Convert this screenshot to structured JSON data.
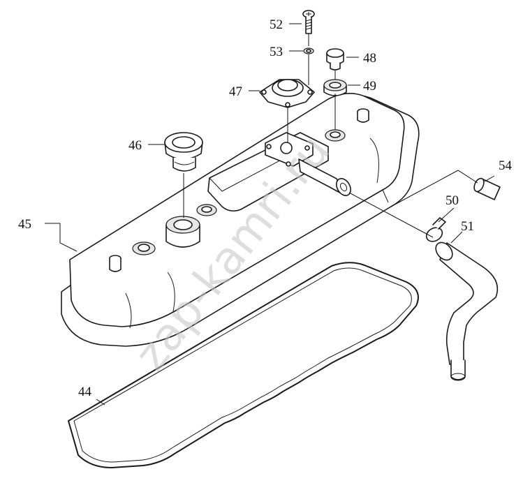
{
  "watermark": "zap-kamri.ru",
  "callouts": [
    {
      "id": "52",
      "label": "52"
    },
    {
      "id": "53",
      "label": "53"
    },
    {
      "id": "48",
      "label": "48"
    },
    {
      "id": "49",
      "label": "49"
    },
    {
      "id": "47",
      "label": "47"
    },
    {
      "id": "46",
      "label": "46"
    },
    {
      "id": "54",
      "label": "54"
    },
    {
      "id": "50",
      "label": "50"
    },
    {
      "id": "51",
      "label": "51"
    },
    {
      "id": "45",
      "label": "45"
    },
    {
      "id": "44",
      "label": "44"
    }
  ]
}
